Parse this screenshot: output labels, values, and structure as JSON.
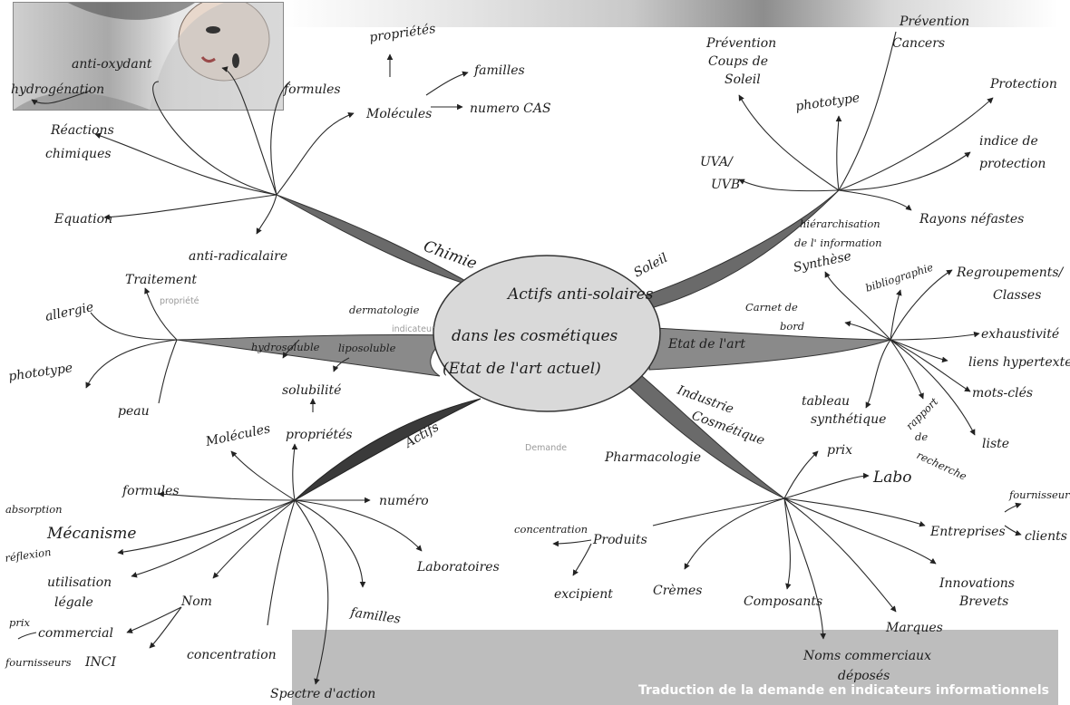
{
  "footer": {
    "caption": "Traduction de la demande en indicateurs informationnels"
  },
  "center": {
    "line1": "Actifs anti-solaires",
    "line2": "dans les cosmétiques",
    "line3": "(Etat de l'art actuel)"
  },
  "branches": {
    "chimie": "Chimie",
    "soleil": "Soleil",
    "etat_art": "Etat de l'art",
    "industrie_line1": "Industrie",
    "industrie_line2": "Cosmétique",
    "actifs": "Actifs",
    "dermatologie": "dermatologie"
  },
  "faint": {
    "propriete": "propriété",
    "indicateur": "indicateur",
    "demande": "Demande"
  },
  "labels": {
    "proprietes_top": "propriétés",
    "familles_top": "familles",
    "anti_oxydant": "anti-oxydant",
    "formules_top": "formules",
    "molecules_top": "Molécules",
    "numero_cas": "numero CAS",
    "hydrogenation": "hydrogénation",
    "reactions_line1": "Réactions",
    "reactions_line2": "chimiques",
    "equation": "Equation",
    "anti_radicalaire": "anti-radicalaire",
    "prevention_soleil_1": "Prévention",
    "prevention_soleil_2": "Coups de",
    "prevention_soleil_3": "Soleil",
    "prevention_cancers_1": "Prévention",
    "prevention_cancers_2": "Cancers",
    "protection": "Protection",
    "phototype_soleil": "phototype",
    "indice_1": "indice de",
    "indice_2": "protection",
    "uva": "UVA/",
    "uvb": "UVB",
    "rayons": "Rayons néfastes",
    "hierarchisation_1": "hiérarchisation",
    "hierarchisation_2": "de l' information",
    "synthese": "Synthèse",
    "bibliographie": "bibliographie",
    "regroupements_1": "Regroupements/",
    "regroupements_2": "Classes",
    "carnet_1": "Carnet de",
    "carnet_2": "bord",
    "exhaustivite": "exhaustivité",
    "liens": "liens hypertexte",
    "mots_cles": "mots-clés",
    "tableau_1": "tableau",
    "tableau_2": "synthétique",
    "rapport_1": "rapport",
    "rapport_2": "de",
    "rapport_3": "recherche",
    "liste": "liste",
    "traitement": "Traitement",
    "allergie": "allergie",
    "phototype_left": "phototype",
    "peau": "peau",
    "hydrosoluble": "hydrosoluble",
    "liposoluble": "liposoluble",
    "solubilite": "solubilité",
    "proprietes_mid": "propriétés",
    "molecules_mid": "Molécules",
    "formules_mid": "formules",
    "numero": "numéro",
    "laboratoires": "Laboratoires",
    "absorption": "absorption",
    "mecanisme": "Mécanisme",
    "reflexion": "réflexion",
    "utilisation_1": "utilisation",
    "utilisation_2": "légale",
    "nom": "Nom",
    "prix_left": "prix",
    "commercial": "commercial",
    "inci": "INCI",
    "fournisseurs_left": "fournisseurs",
    "concentration_left": "concentration",
    "familles_mid": "familles",
    "spectre": "Spectre d'action",
    "pharmacologie": "Pharmacologie",
    "prix_right": "prix",
    "labo": "Labo",
    "fournisseurs_right": "fournisseurs",
    "entreprises": "Entreprises",
    "clients": "clients",
    "concentration_right": "concentration",
    "produits": "Produits",
    "excipient": "excipient",
    "cremes": "Crèmes",
    "composants": "Composants",
    "innovations_1": "Innovations",
    "innovations_2": "Brevets",
    "marques": "Marques",
    "noms_1": "Noms commerciaux",
    "noms_2": "déposés"
  }
}
